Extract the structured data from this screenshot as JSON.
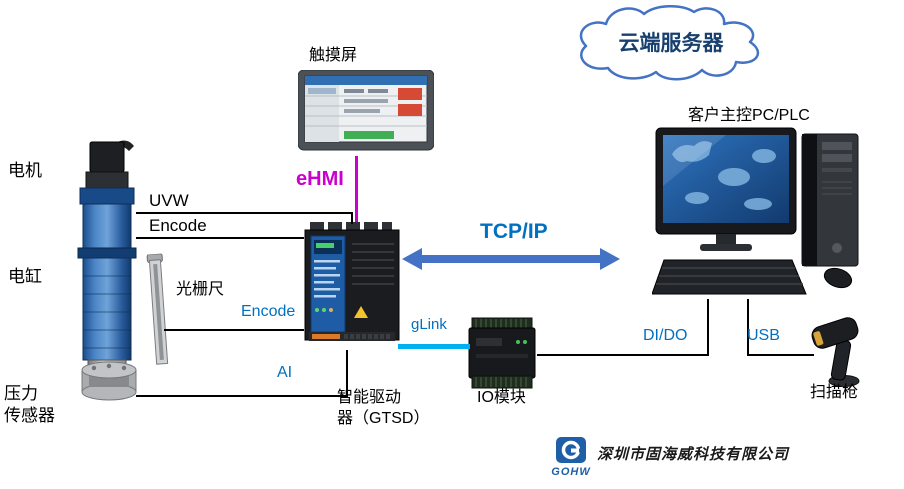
{
  "labels": {
    "motor": "电机",
    "cylinder": "电缸",
    "pressure_sensor_line1": "压力",
    "pressure_sensor_line2": "传感器",
    "linear_scale": "光栅尺",
    "touch_screen": "触摸屏",
    "drive_line1": "智能驱动",
    "drive_line2": "器（GTSD）",
    "io_module": "IO模块",
    "cloud_server": "云端服务器",
    "pc": "客户主控PC/PLC",
    "scanner": "扫描枪"
  },
  "connections": {
    "ehmi": "eHMI",
    "uvw": "UVW",
    "encode_motor": "Encode",
    "encode_scale": "Encode",
    "ai": "AI",
    "glink": "gLink",
    "tcpip": "TCP/IP",
    "dido": "DI/DO",
    "usb": "USB"
  },
  "footer": {
    "logo_text": "GOHW",
    "company_name": "深圳市固海威科技有限公司"
  },
  "colors": {
    "link_blue": "#0070C0",
    "ehmi_magenta": "#CC00CC",
    "arrow_blue": "#4472C4",
    "cloud_border": "#4472C4",
    "cloud_text": "#17406F",
    "glink_line": "#00B0F0",
    "logo_blue": "#1F5FA8"
  },
  "graphics": {
    "motor_cylinder": "electric-cylinder-with-servo-motor",
    "linear_scale": "linear-encoder-strip",
    "load_cell": "pressure-load-cell",
    "touch_screen": "hmi-touch-panel",
    "drive": "servo-drive-unit",
    "io_module": "io-terminal-module",
    "pc": "desktop-computer-set",
    "scanner": "handheld-barcode-scanner",
    "cloud": "cloud-shape",
    "logo": "gohw-logo-mark"
  }
}
